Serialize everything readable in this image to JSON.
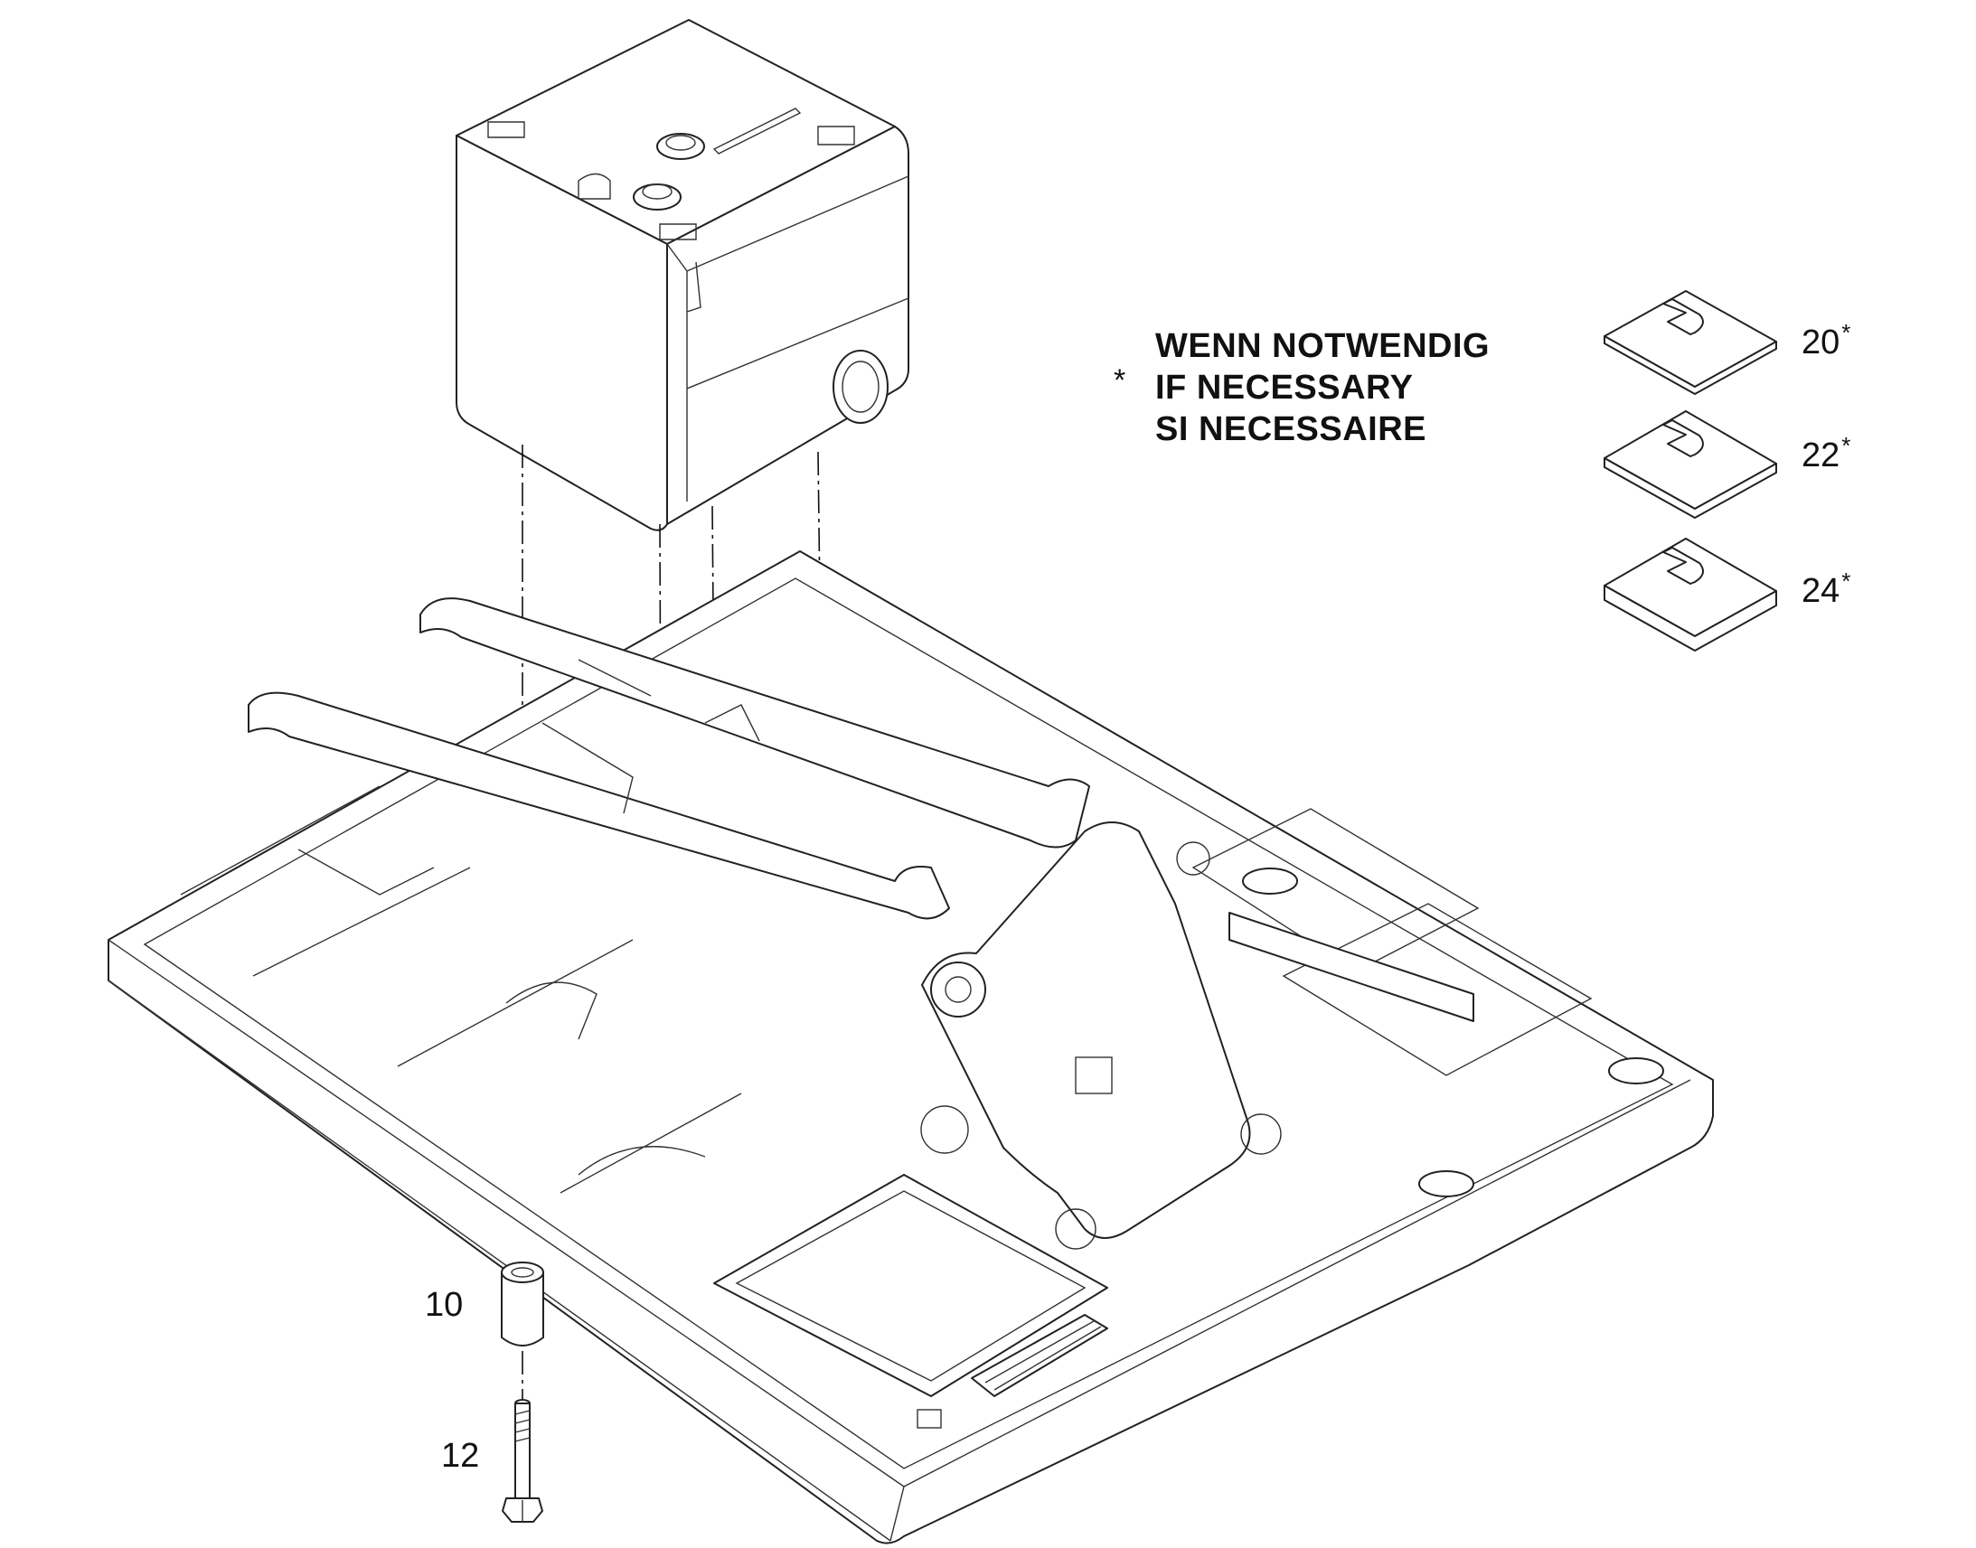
{
  "note": {
    "marker": "*",
    "lines": [
      "WENN NOTWENDIG",
      "IF NECESSARY",
      "SI NECESSAIRE"
    ]
  },
  "callouts": {
    "p10": "10",
    "p12": "12",
    "p20": "20",
    "p22": "22",
    "p24": "24",
    "asterisk": "*"
  }
}
